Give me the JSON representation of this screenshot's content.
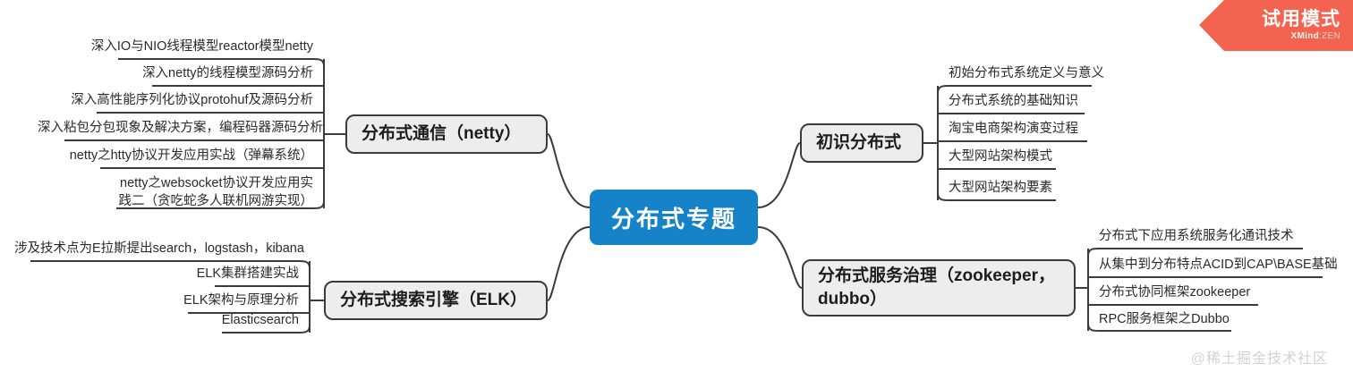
{
  "app": {
    "trial_banner": {
      "title": "试用模式",
      "brand": "XMind",
      "brand_suffix": ":ZEN"
    },
    "watermark": "@稀土掘金技术社区",
    "colors": {
      "root_fill": "#1683C8",
      "branch_fill": "#EDEDED",
      "branch_border": "#3B3B3B",
      "connector": "#3B3B3B",
      "trial_banner": "#F4634F",
      "watermark": "#D2D2D2"
    }
  },
  "mindmap": {
    "root": {
      "label": "分布式专题"
    },
    "branches": [
      {
        "id": "netty",
        "label": "分布式通信（netty）",
        "side": "left",
        "children": [
          {
            "label": "深入IO与NIO线程模型reactor模型netty"
          },
          {
            "label": "深入netty的线程模型源码分析"
          },
          {
            "label": "深入高性能序列化协议protohuf及源码分析"
          },
          {
            "label": "深入粘包分包现象及解决方案，编程码器源码分析"
          },
          {
            "label": "netty之htty协议开发应用实战（弹幕系统）"
          },
          {
            "label": "netty之websocket协议开发应用实践二（贪吃蛇多人联机网游实现）"
          }
        ]
      },
      {
        "id": "elk",
        "label": "分布式搜索引擎（ELK）",
        "side": "left",
        "children": [
          {
            "label": "涉及技术点为E拉斯提出search，logstash，kibana"
          },
          {
            "label": "ELK集群搭建实战"
          },
          {
            "label": "ELK架构与原理分析"
          },
          {
            "label": "Elasticsearch"
          }
        ]
      },
      {
        "id": "intro",
        "label": "初识分布式",
        "side": "right",
        "children": [
          {
            "label": "初始分布式系统定义与意义"
          },
          {
            "label": "分布式系统的基础知识"
          },
          {
            "label": "淘宝电商架构演变过程"
          },
          {
            "label": "大型网站架构模式"
          },
          {
            "label": "大型网站架构要素"
          }
        ]
      },
      {
        "id": "governance",
        "label": "分布式服务治理（zookeeper，dubbo）",
        "side": "right",
        "children": [
          {
            "label": "分布式下应用系统服务化通讯技术"
          },
          {
            "label": "从集中到分布特点ACID到CAP\\BASE基础"
          },
          {
            "label": "分布式协同框架zookeeper"
          },
          {
            "label": "RPC服务框架之Dubbo"
          }
        ]
      }
    ]
  }
}
